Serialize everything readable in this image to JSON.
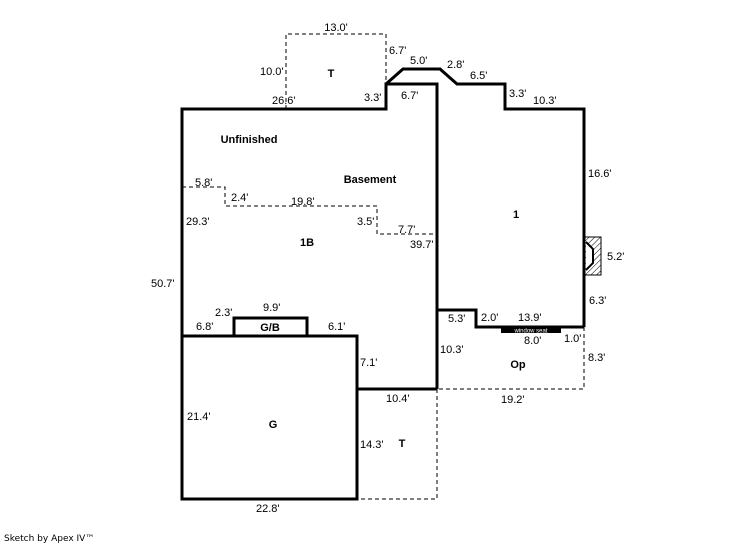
{
  "footer": "Sketch by Apex IV™",
  "areas": {
    "t_top": "T",
    "unfinished": "Unfinished",
    "basement": "Basement",
    "b1": "1B",
    "one": "1",
    "gb": "G/B",
    "op": "Op",
    "g": "G",
    "t_bottom": "T",
    "window_seat": "window seat"
  },
  "dims": {
    "d13_0": "13.0'",
    "d10_0": "10.0'",
    "d26_6": "26.6'",
    "d3_3a": "3.3'",
    "d6_7a": "6.7'",
    "d5_0": "5.0'",
    "d2_8": "2.8'",
    "d6_7b": "6.7'",
    "d6_5": "6.5'",
    "d3_3b": "3.3'",
    "d10_3a": "10.3'",
    "d16_6": "16.6'",
    "d5_8": "5.8'",
    "d2_4": "2.4'",
    "d19_8": "19.8'",
    "d29_3": "29.3'",
    "d3_5": "3.5'",
    "d7_7": "7.7'",
    "d39_7": "39.7'",
    "d5_2": "5.2'",
    "d50_7": "50.7'",
    "d6_3": "6.3'",
    "d2_3": "2.3'",
    "d9_9": "9.9'",
    "d6_8": "6.8'",
    "d6_1": "6.1'",
    "d5_3": "5.3'",
    "d2_0": "2.0'",
    "d13_9": "13.9'",
    "d8_0": "8.0'",
    "d1_0": "1.0'",
    "d8_3": "8.3'",
    "d7_1": "7.1'",
    "d10_3b": "10.3'",
    "d10_4": "10.4'",
    "d19_2": "19.2'",
    "d21_4": "21.4'",
    "d14_3": "14.3'",
    "d22_8": "22.8'"
  }
}
